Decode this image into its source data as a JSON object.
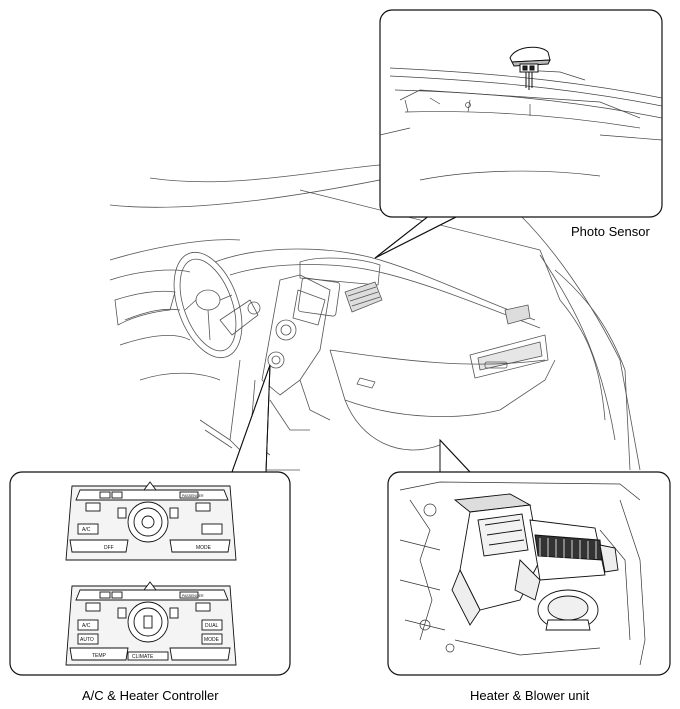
{
  "labels": {
    "photo_sensor": "Photo Sensor",
    "controller": "A/C & Heater Controller",
    "blower": "Heater & Blower unit"
  },
  "controller_upper": {
    "left_row1": [
      "A/C",
      "DFF"
    ],
    "right_row1": [
      "MODE"
    ],
    "top_small": [
      "PASSENGER"
    ]
  },
  "controller_lower": {
    "left_row1": [
      "A/C",
      "AUTO"
    ],
    "right_row1": [
      "DUAL",
      "MODE"
    ],
    "bottom_row": [
      "TEMP",
      "CLIMATE"
    ],
    "top_small": [
      "PASSENGER"
    ]
  },
  "colors": {
    "line": "#1a1a1a",
    "light_line": "#888888",
    "dark_fill": "#222222"
  }
}
